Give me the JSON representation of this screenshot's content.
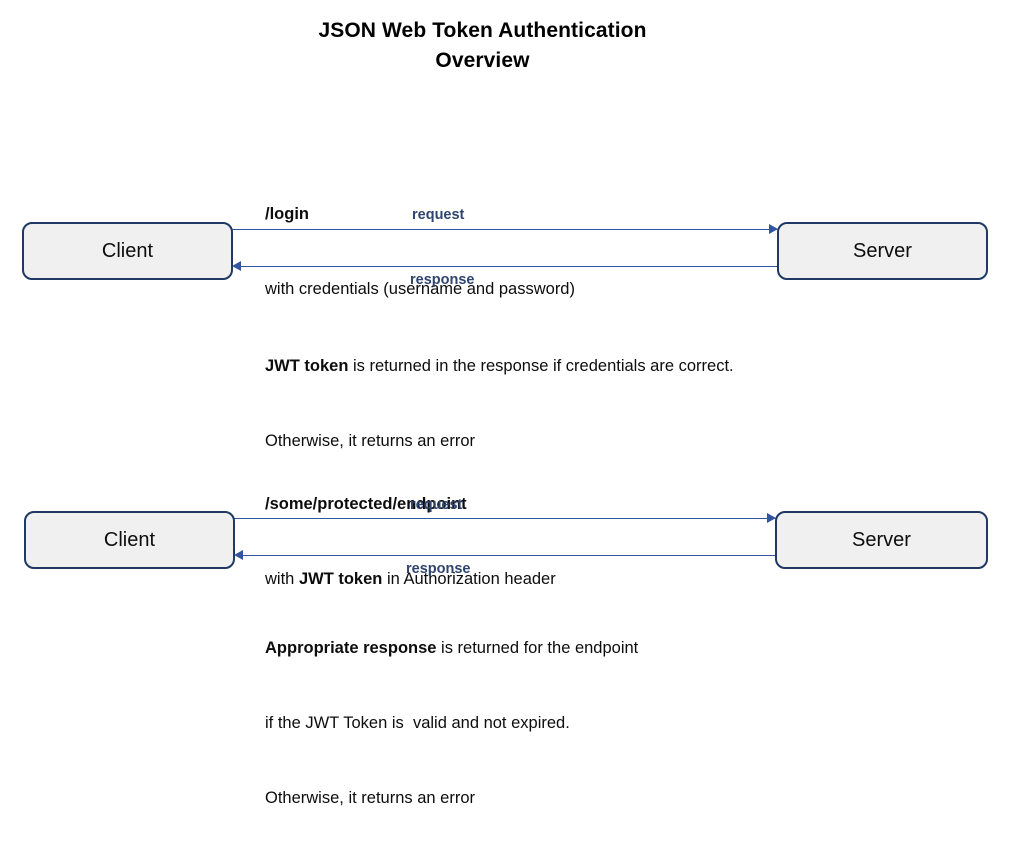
{
  "title": {
    "line1": "JSON Web Token Authentication",
    "line2": "Overview"
  },
  "colors": {
    "box_border": "#1F3864",
    "box_fill": "#F0F0F0",
    "arrow": "#3355A0",
    "edge_label": "#2F4570",
    "text": "#0d0d0d"
  },
  "flows": [
    {
      "name": "login-flow",
      "client_label": "Client",
      "server_label": "Server",
      "request_label": "request",
      "response_label": "response",
      "header": {
        "line1_bold": "/login",
        "line2_plain": "with credentials (username and password)"
      },
      "footer": {
        "bold": "JWT token",
        "rest": " is returned in the response if credentials are correct.",
        "line2": "Otherwise, it returns an error"
      }
    },
    {
      "name": "protected-endpoint-flow",
      "client_label": "Client",
      "server_label": "Server",
      "request_label": "request",
      "response_label": "response",
      "header": {
        "line1_bold": "/some/protected/endpoint",
        "line2_prefix": "with ",
        "line2_bold": "JWT token",
        "line2_suffix": " in Authorization header"
      },
      "footer": {
        "bold": "Appropriate response",
        "rest": " is returned for the endpoint",
        "line2": "if the JWT Token is  valid and not expired.",
        "line3": "Otherwise, it returns an error"
      }
    }
  ]
}
